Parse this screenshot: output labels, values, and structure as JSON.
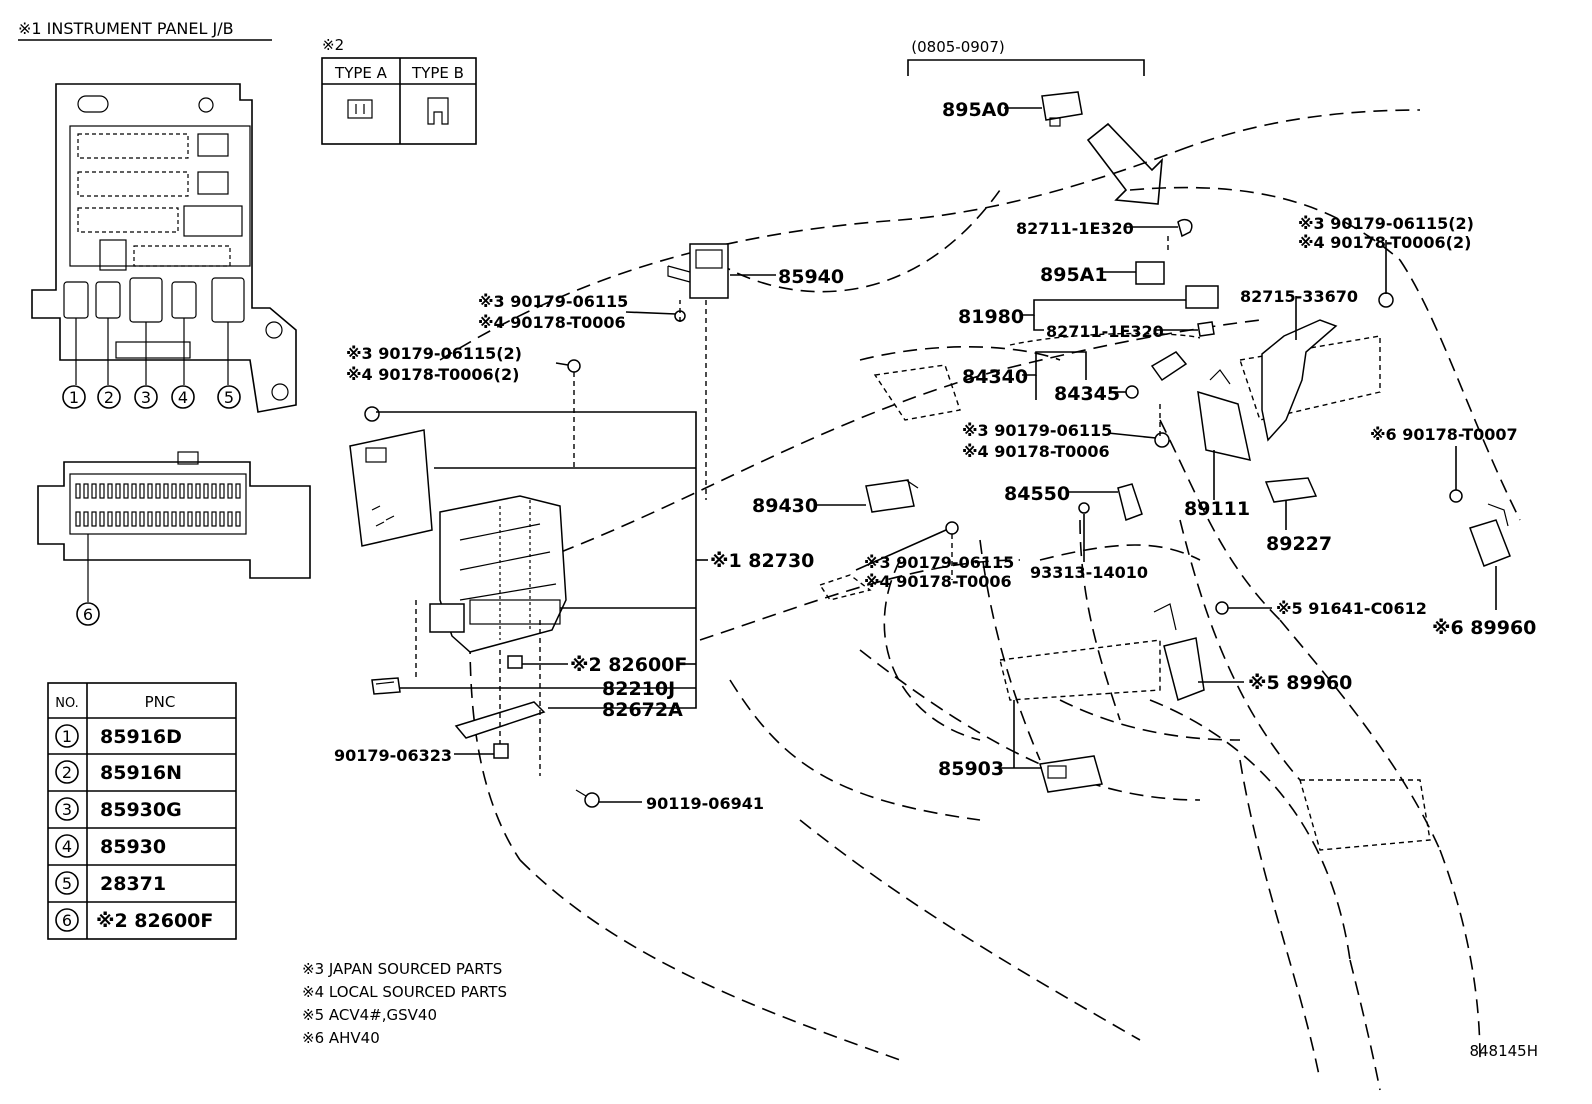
{
  "header": {
    "jb_title": "※1 INSTRUMENT PANEL J/B",
    "type_note": "※2",
    "type_a": "TYPE A",
    "type_b": "TYPE B",
    "date_range": "(0805-0907)"
  },
  "pnc_table": {
    "col_no": "NO.",
    "col_pnc": "PNC",
    "rows": [
      {
        "no": "1",
        "pnc": "85916D"
      },
      {
        "no": "2",
        "pnc": "85916N"
      },
      {
        "no": "3",
        "pnc": "85930G"
      },
      {
        "no": "4",
        "pnc": "85930"
      },
      {
        "no": "5",
        "pnc": "28371"
      },
      {
        "no": "6",
        "pnc": "※2 82600F"
      }
    ]
  },
  "jb_callouts": [
    "1",
    "2",
    "3",
    "4",
    "5",
    "6"
  ],
  "parts": {
    "p895A0": "895A0",
    "p85940": "85940",
    "p82711a": "82711-1E320",
    "p895A1": "895A1",
    "p82715": "82715-33670",
    "p81980": "81980",
    "p82711b": "82711-1E320",
    "p84340": "84340",
    "p84345": "84345",
    "p89111": "89111",
    "p89227": "89227",
    "p89430": "89430",
    "p84550": "84550",
    "p93313": "93313-14010",
    "p82730": "※1 82730",
    "p82600F": "※2 82600F",
    "p82210J": "82210J",
    "p82672A": "82672A",
    "p90179_06323": "90179-06323",
    "p90119": "90119-06941",
    "p85903": "85903",
    "p91641": "※5 91641-C0612",
    "p89960a": "※6 89960",
    "p89960b": "※5 89960",
    "p90178_T0007": "※6 90178-T0007",
    "l3_top_left": "※3 90179-06115",
    "l4_top_left": "※4 90178-T0006",
    "l3_mid_left": "※3 90179-06115(2)",
    "l4_mid_left": "※4 90178-T0006(2)",
    "l3_top_right": "※3 90179-06115(2)",
    "l4_top_right": "※4 90178-T0006(2)",
    "l3_center": "※3 90179-06115",
    "l4_center": "※4 90178-T0006",
    "l3_low": "※3 90179-06115",
    "l4_low": "※4 90178-T0006"
  },
  "notes": [
    "※3 JAPAN SOURCED PARTS",
    "※4 LOCAL SOURCED PARTS",
    "※5 ACV4#,GSV40",
    "※6 AHV40"
  ],
  "drawing_id": "848145H"
}
